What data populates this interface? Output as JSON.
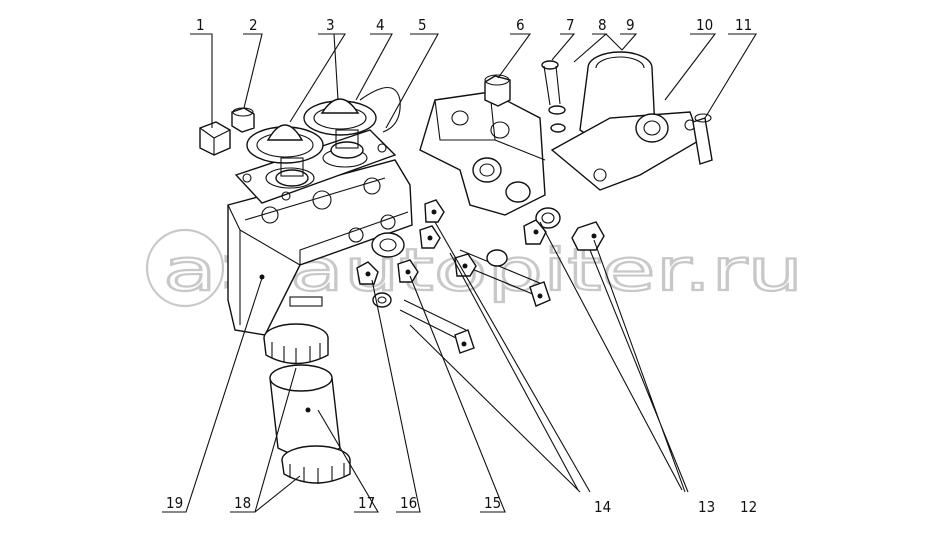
{
  "diagram": {
    "callouts": [
      {
        "id": "c1",
        "label": "1"
      },
      {
        "id": "c2",
        "label": "2"
      },
      {
        "id": "c3",
        "label": "3"
      },
      {
        "id": "c4",
        "label": "4"
      },
      {
        "id": "c5",
        "label": "5"
      },
      {
        "id": "c6",
        "label": "6"
      },
      {
        "id": "c7",
        "label": "7"
      },
      {
        "id": "c8",
        "label": "8"
      },
      {
        "id": "c9",
        "label": "9"
      },
      {
        "id": "c10",
        "label": "10"
      },
      {
        "id": "c11",
        "label": "11"
      },
      {
        "id": "c12",
        "label": "12"
      },
      {
        "id": "c13",
        "label": "13"
      },
      {
        "id": "c14",
        "label": "14"
      },
      {
        "id": "c15",
        "label": "15"
      },
      {
        "id": "c16",
        "label": "16"
      },
      {
        "id": "c17",
        "label": "17"
      },
      {
        "id": "c18",
        "label": "18"
      },
      {
        "id": "c19",
        "label": "19"
      }
    ],
    "watermark": "a>autopiter.ru"
  }
}
